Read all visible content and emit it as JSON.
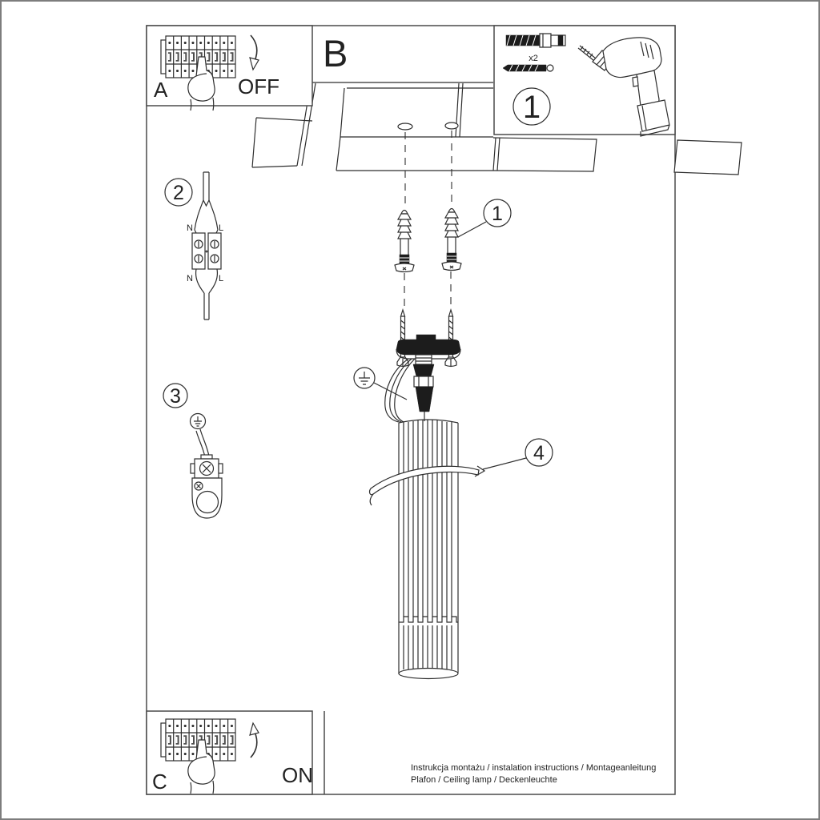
{
  "steps": {
    "power_off": {
      "label": "A",
      "caption": "OFF"
    },
    "mounting": {
      "label": "B"
    },
    "power_on": {
      "label": "C",
      "caption": "ON"
    }
  },
  "parts_box": {
    "number": "1",
    "screw_quantity": "x2"
  },
  "callouts": {
    "anchors": "1",
    "terminal": "2",
    "ground": "3",
    "shade": "4"
  },
  "terminal_labels": {
    "top_neutral": "N",
    "top_live": "L",
    "bottom_neutral": "N",
    "bottom_live": "L"
  },
  "footer": {
    "line1": "Instrukcja montażu / instalation instructions / Montageanleitung",
    "line2": "Plafon / Ceiling lamp / Deckenleuchte"
  },
  "colors": {
    "background": "#ffffff",
    "line": "#2e2e2e",
    "frame": "#4a4a4a",
    "dark_fill": "#1c1c1c",
    "page_border": "#7d7d7d"
  }
}
